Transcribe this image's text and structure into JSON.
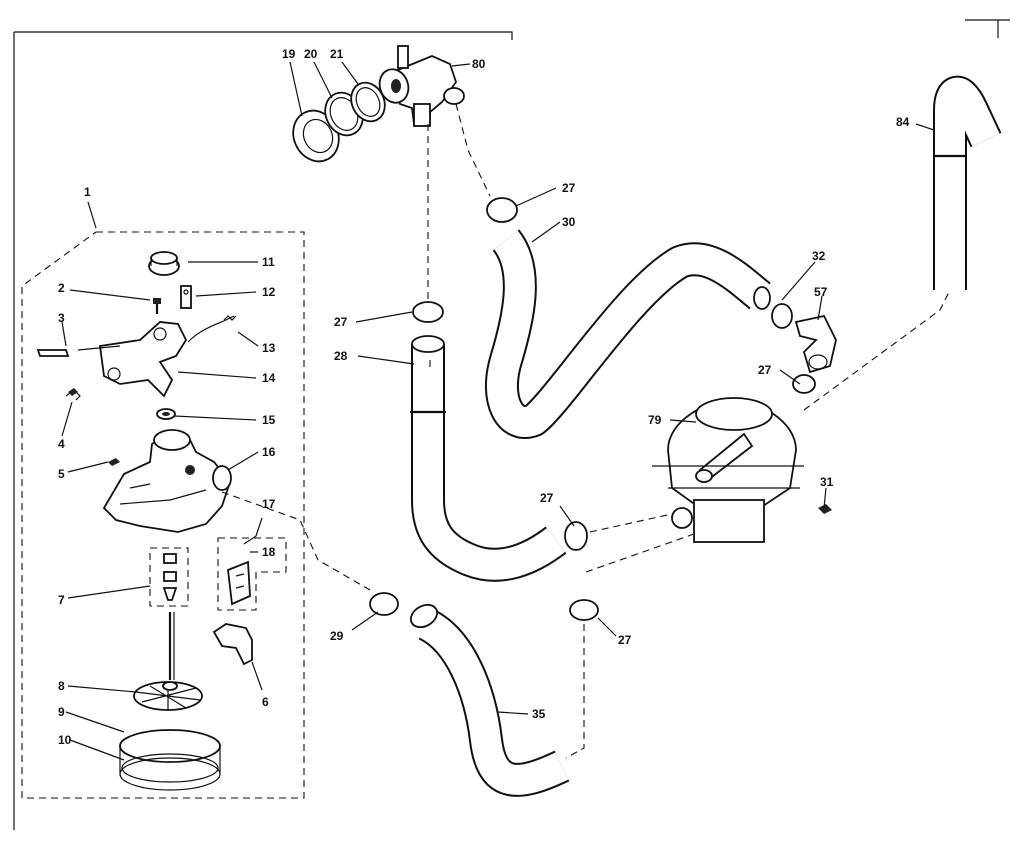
{
  "parts": [
    {
      "id": "p1",
      "label": "1"
    },
    {
      "id": "p2",
      "label": "2"
    },
    {
      "id": "p3",
      "label": "3"
    },
    {
      "id": "p4",
      "label": "4"
    },
    {
      "id": "p5",
      "label": "5"
    },
    {
      "id": "p6",
      "label": "6"
    },
    {
      "id": "p7",
      "label": "7"
    },
    {
      "id": "p8",
      "label": "8"
    },
    {
      "id": "p9",
      "label": "9"
    },
    {
      "id": "p10",
      "label": "10"
    },
    {
      "id": "p11",
      "label": "11"
    },
    {
      "id": "p12",
      "label": "12"
    },
    {
      "id": "p13",
      "label": "13"
    },
    {
      "id": "p14",
      "label": "14"
    },
    {
      "id": "p15",
      "label": "15"
    },
    {
      "id": "p16",
      "label": "16"
    },
    {
      "id": "p17",
      "label": "17"
    },
    {
      "id": "p18",
      "label": "18"
    },
    {
      "id": "p19",
      "label": "19"
    },
    {
      "id": "p20",
      "label": "20"
    },
    {
      "id": "p21",
      "label": "21"
    },
    {
      "id": "p27a",
      "label": "27"
    },
    {
      "id": "p27b",
      "label": "27"
    },
    {
      "id": "p27c",
      "label": "27"
    },
    {
      "id": "p27d",
      "label": "27"
    },
    {
      "id": "p27e",
      "label": "27"
    },
    {
      "id": "p28",
      "label": "28"
    },
    {
      "id": "p29",
      "label": "29"
    },
    {
      "id": "p30",
      "label": "30"
    },
    {
      "id": "p31",
      "label": "31"
    },
    {
      "id": "p32",
      "label": "32"
    },
    {
      "id": "p35",
      "label": "35"
    },
    {
      "id": "p57",
      "label": "57"
    },
    {
      "id": "p79",
      "label": "79"
    },
    {
      "id": "p80",
      "label": "80"
    },
    {
      "id": "p84",
      "label": "84"
    }
  ]
}
